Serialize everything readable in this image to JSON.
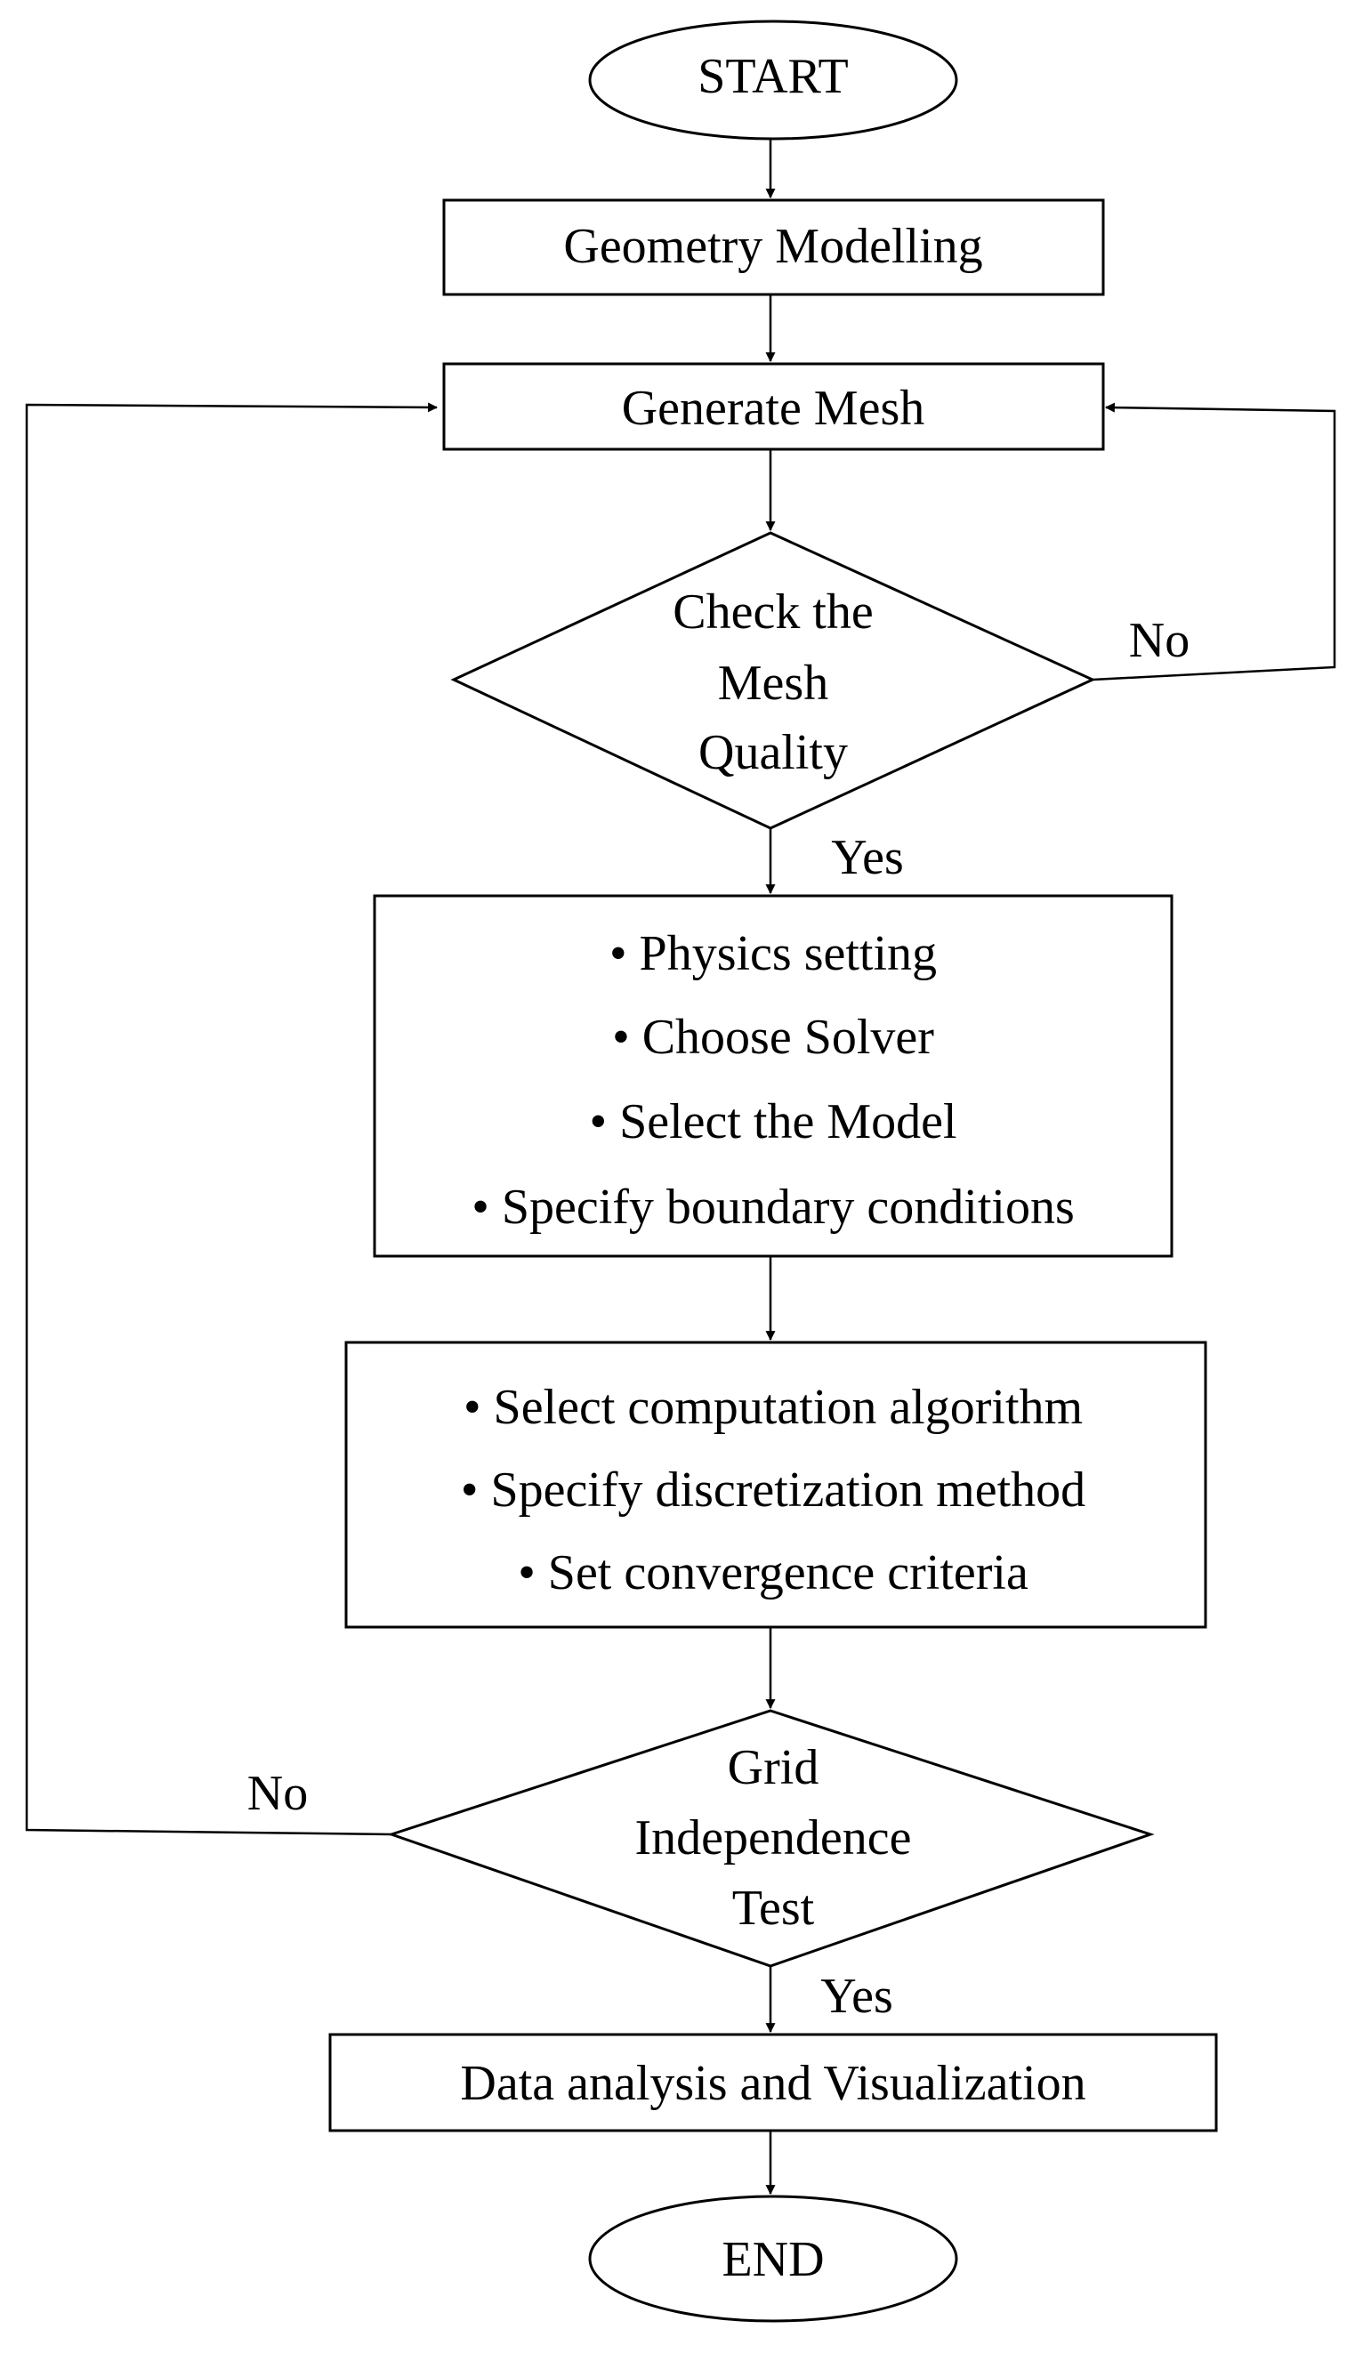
{
  "flowchart": {
    "start": "START",
    "geometry_modelling": "Geometry Modelling",
    "generate_mesh": "Generate Mesh",
    "check_mesh": [
      "Check the",
      "Mesh",
      "Quality"
    ],
    "check_mesh_no": "No",
    "check_mesh_yes": "Yes",
    "setup_steps": [
      "• Physics setting",
      "• Choose Solver",
      "• Select the Model",
      "• Specify boundary conditions"
    ],
    "solution_steps": [
      "• Select computation algorithm",
      "• Specify discretization method",
      "• Set convergence criteria"
    ],
    "grid_test": [
      "Grid",
      "Independence",
      "Test"
    ],
    "grid_test_no": "No",
    "grid_test_yes": "Yes",
    "data_analysis": "Data analysis and Visualization",
    "end": "END"
  }
}
